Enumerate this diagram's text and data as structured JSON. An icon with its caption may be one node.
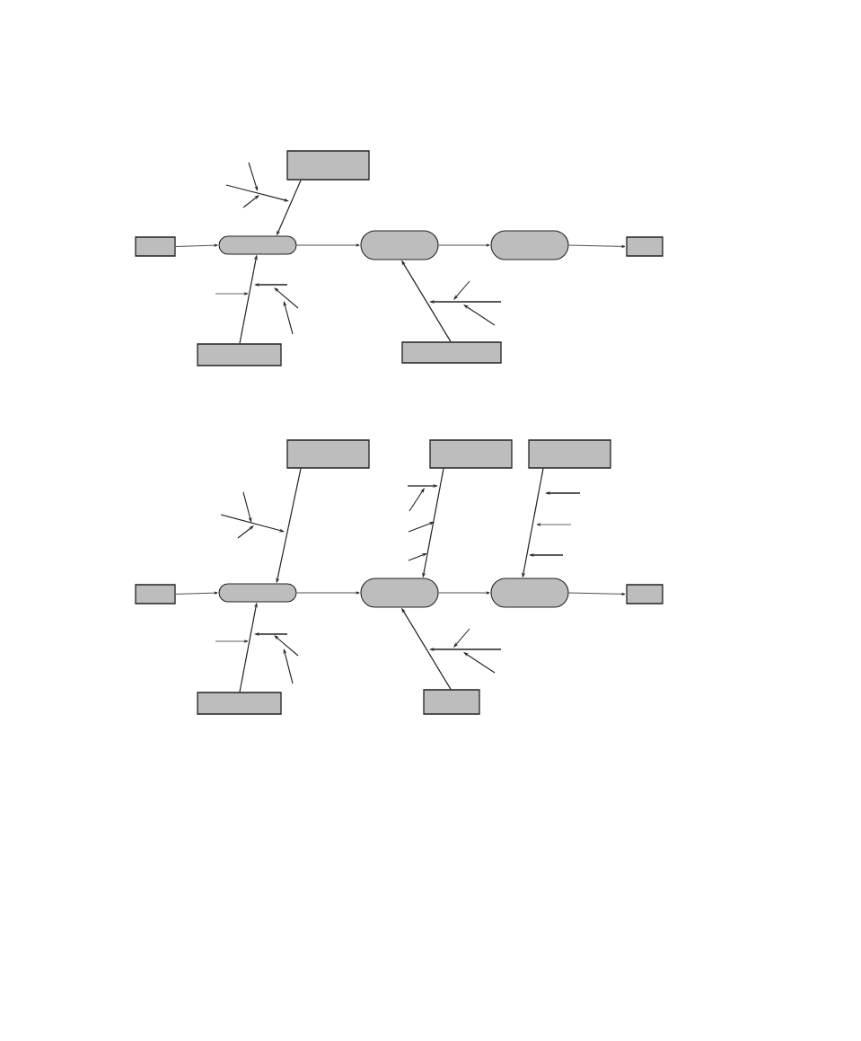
{
  "diagram": {
    "nodes": [
      {
        "text": [],
        "shape": "box"
      },
      {
        "text": [],
        "shape": "pill"
      },
      {
        "text": [],
        "shape": "pill"
      },
      {
        "text": [],
        "shape": "pill"
      },
      {
        "text": [],
        "shape": "box"
      },
      {
        "text": [],
        "shape": "box"
      },
      {
        "text": [],
        "shape": "box"
      },
      {
        "text": [],
        "shape": "box"
      },
      {
        "text": [],
        "shape": "box"
      },
      {
        "text": [],
        "shape": "pill"
      },
      {
        "text": [],
        "shape": "pill"
      },
      {
        "text": [],
        "shape": "pill"
      },
      {
        "text": [],
        "shape": "box"
      },
      {
        "text": [],
        "shape": "box"
      },
      {
        "text": [],
        "shape": "box"
      },
      {
        "text": [],
        "shape": "box"
      },
      {
        "text": [],
        "shape": "box"
      },
      {
        "text": [],
        "shape": "box"
      }
    ],
    "edges": [
      {
        "from": 0,
        "to": 1,
        "arrow": "to"
      },
      {
        "from": 1,
        "to": 2,
        "arrow": "to"
      },
      {
        "from": 2,
        "to": 3,
        "arrow": "to"
      },
      {
        "from": 3,
        "to": 4,
        "arrow": "to"
      },
      {
        "from": 5,
        "to": 1,
        "arrow": "to"
      },
      {
        "from": 6,
        "to": 1,
        "arrow": "to"
      },
      {
        "from": 7,
        "to": 2,
        "arrow": "to"
      },
      {
        "from": 8,
        "to": 9,
        "arrow": "to"
      },
      {
        "from": 9,
        "to": 10,
        "arrow": "to"
      },
      {
        "from": 10,
        "to": 11,
        "arrow": "to"
      },
      {
        "from": 11,
        "to": 12,
        "arrow": "to"
      },
      {
        "from": 13,
        "to": 9,
        "arrow": "to"
      },
      {
        "from": 14,
        "to": 10,
        "arrow": "to"
      },
      {
        "from": 15,
        "to": 11,
        "arrow": "to"
      },
      {
        "from": 16,
        "to": 9,
        "arrow": "to"
      },
      {
        "from": 17,
        "to": 10,
        "arrow": "to"
      }
    ]
  }
}
